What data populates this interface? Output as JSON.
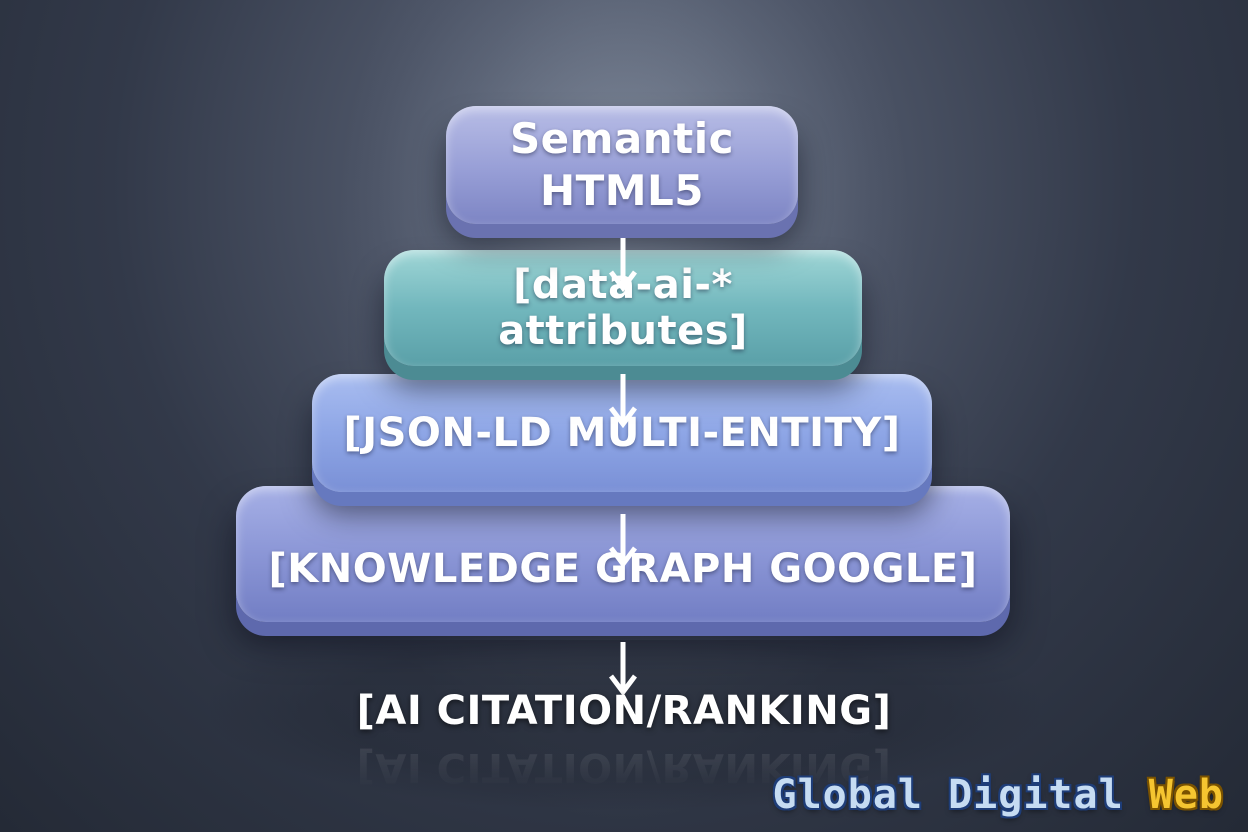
{
  "diagram": {
    "layers": [
      {
        "line1": "Semantic",
        "line2": "HTML5"
      },
      {
        "label": "[data-ai-* attributes]"
      },
      {
        "label": "[JSON-LD MULTI-ENTITY]"
      },
      {
        "label": "[KNOWLEDGE GRAPH GOOGLE]"
      }
    ],
    "output": "[AI CITATION/RANKING]"
  },
  "brand": {
    "main": "Global Digital",
    "accent": "Web"
  },
  "colors": {
    "layer_1": "#979ed6",
    "layer_2": "#72b7bd",
    "layer_3": "#8ea6e6",
    "layer_4": "#8b96d6",
    "brand_main": "#c6dcf2",
    "brand_accent": "#f5c530"
  }
}
